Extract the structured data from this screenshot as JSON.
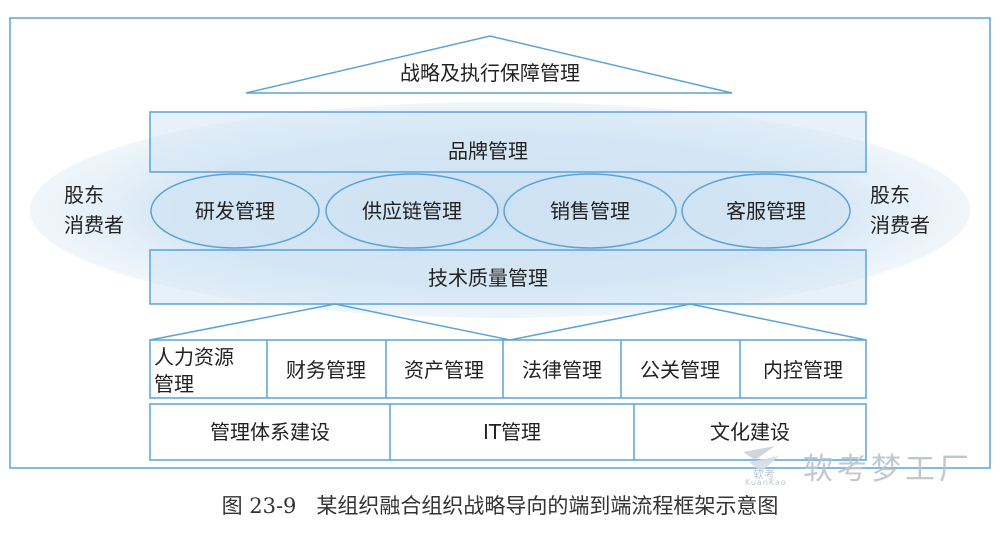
{
  "diagram": {
    "roof": "战略及执行保障管理",
    "brand": "品牌管理",
    "stakeholder_left": [
      "股东",
      "消费者"
    ],
    "stakeholder_right": [
      "股东",
      "消费者"
    ],
    "processes": [
      "研发管理",
      "供应链管理",
      "销售管理",
      "客服管理"
    ],
    "tech": "技术质量管理",
    "support_row1": [
      "人力资源\n管理",
      "财务管理",
      "资产管理",
      "法律管理",
      "公关管理",
      "内控管理"
    ],
    "support_row2": [
      "管理体系建设",
      "IT管理",
      "文化建设"
    ],
    "colors": {
      "line": "#5ba3d6",
      "ellipse_fill": "#c5ddf0",
      "text": "#222222"
    }
  },
  "caption": {
    "number": "图 23-9",
    "text": "某组织融合组织战略导向的端到端流程框架示意图"
  },
  "watermark": {
    "main": "软考梦工厂",
    "logo_text": "软考",
    "sub": "KuanKao"
  }
}
